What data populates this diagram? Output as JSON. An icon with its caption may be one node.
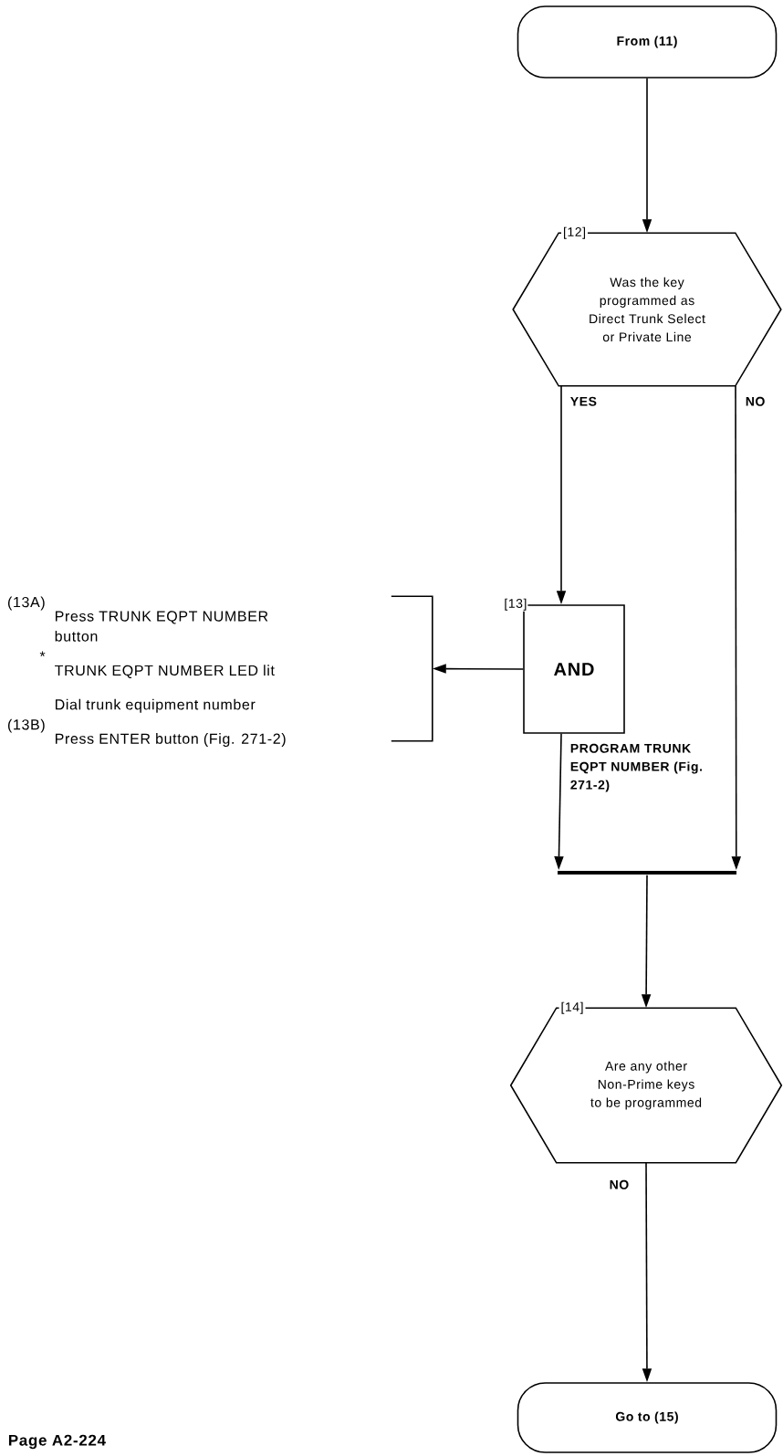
{
  "diagram": {
    "nodes": [
      {
        "text": [
          "From (11)"
        ]
      },
      {
        "text": [
          "[12]",
          "Was the key programmed as Direct Trunk Select or Private Line"
        ]
      },
      {
        "text": [
          "[13]",
          "AND"
        ]
      },
      {
        "text": [],
        "shape": "bar"
      },
      {
        "text": [
          "[14]",
          "Are any other Non-Prime keys to be programmed"
        ]
      },
      {
        "text": [
          "Go to (15)"
        ]
      },
      {
        "text": [
          "(13A)",
          "Press TRUNK EQPT NUMBER button",
          "*",
          "TRUNK EQPT NUMBER LED lit",
          "Dial trunk equipment number",
          "(13B)",
          "Press ENTER button (Fig. 271-2)"
        ]
      }
    ],
    "edges": [
      {
        "from": 0,
        "to": 1,
        "arrow": "to"
      },
      {
        "from": 1,
        "to": 2,
        "arrow": "to",
        "label": "YES"
      },
      {
        "from": 1,
        "to": 3,
        "arrow": "to",
        "label": "NO"
      },
      {
        "from": 2,
        "to": 6,
        "arrow": "to"
      },
      {
        "from": 2,
        "to": 3,
        "arrow": "to",
        "label": "PROGRAM TRUNK EQPT NUMBER (Fig. 271-2)"
      },
      {
        "from": 3,
        "to": 4,
        "arrow": "to"
      },
      {
        "from": 4,
        "to": 5,
        "arrow": "to",
        "label": "NO"
      }
    ],
    "labels": [
      "Page A2-224"
    ]
  }
}
